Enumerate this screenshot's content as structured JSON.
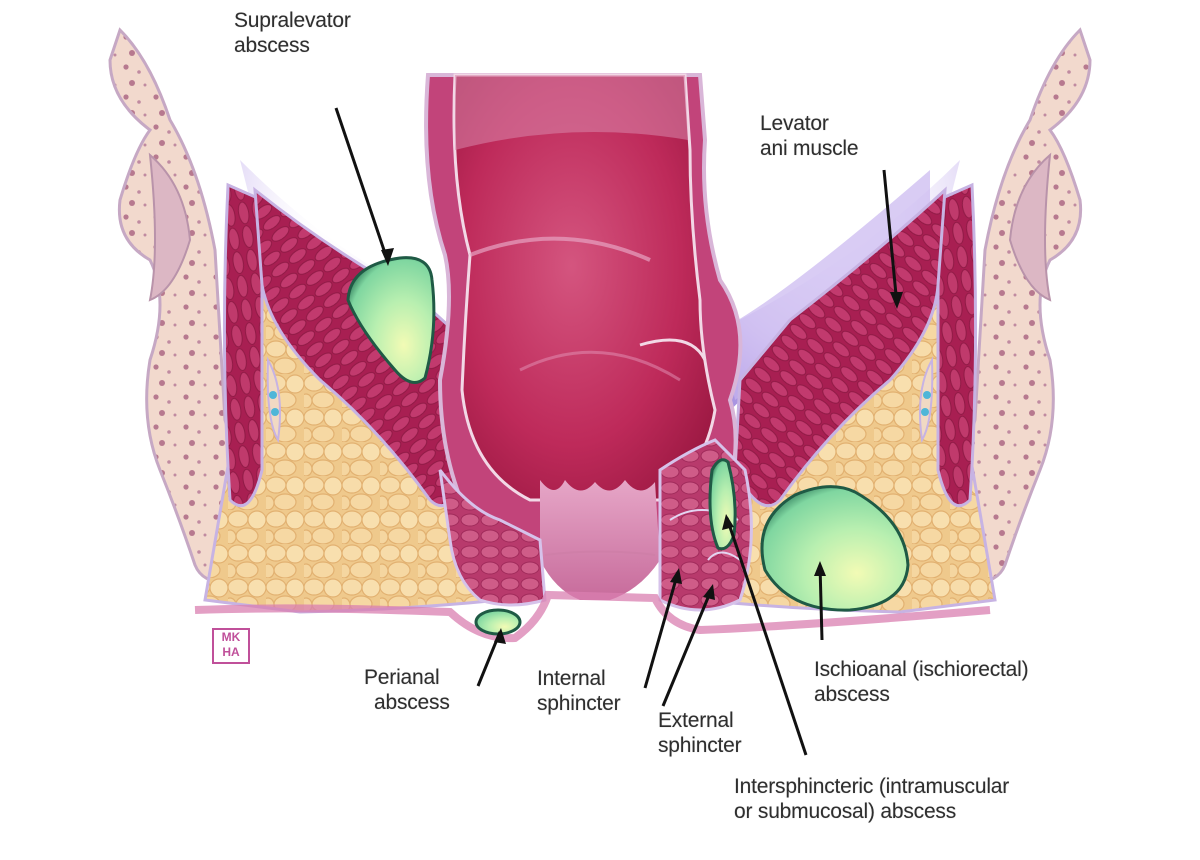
{
  "figure": {
    "topic": "Anorectal abscess locations (coronal section)",
    "colors": {
      "background": "#ffffff",
      "bone": "#f1d6c8",
      "bone_marrow": "#b97b93",
      "muscle": "#b5275e",
      "muscle_light": "#c64a7b",
      "fat": "#f3d39a",
      "fat_outline": "#e6b877",
      "mucosa": "#c2305f",
      "anal_canal": "#dd8cb5",
      "fascia": "#c8b9e6",
      "shadow_lavender": "#b9a4e3",
      "abscess_light": "#dff7b4",
      "abscess_mid": "#9ee6a4",
      "abscess_dark": "#2f7a5a",
      "vessel_blue": "#4fb6d8",
      "leader_line": "#111111",
      "label_text": "#2e2e2e"
    }
  },
  "labels": {
    "supralevator": {
      "line1": "Supralevator",
      "line2": "abscess"
    },
    "levator": {
      "line1": "Levator",
      "line2": "ani muscle"
    },
    "perianal": {
      "line1": "Perianal",
      "line2": "abscess"
    },
    "internal_sphincter": {
      "line1": "Internal",
      "line2": "sphincter"
    },
    "external_sphincter": {
      "line1": "External",
      "line2": "sphincter"
    },
    "ischioanal": {
      "line1": "Ischioanal (ischiorectal)",
      "line2": "abscess"
    },
    "intersphincteric": {
      "line1": "Intersphincteric (intramuscular",
      "line2": "or submucosal) abscess"
    }
  },
  "signature": {
    "text": "MK\nHA",
    "top": "MK",
    "bottom": "HA"
  }
}
